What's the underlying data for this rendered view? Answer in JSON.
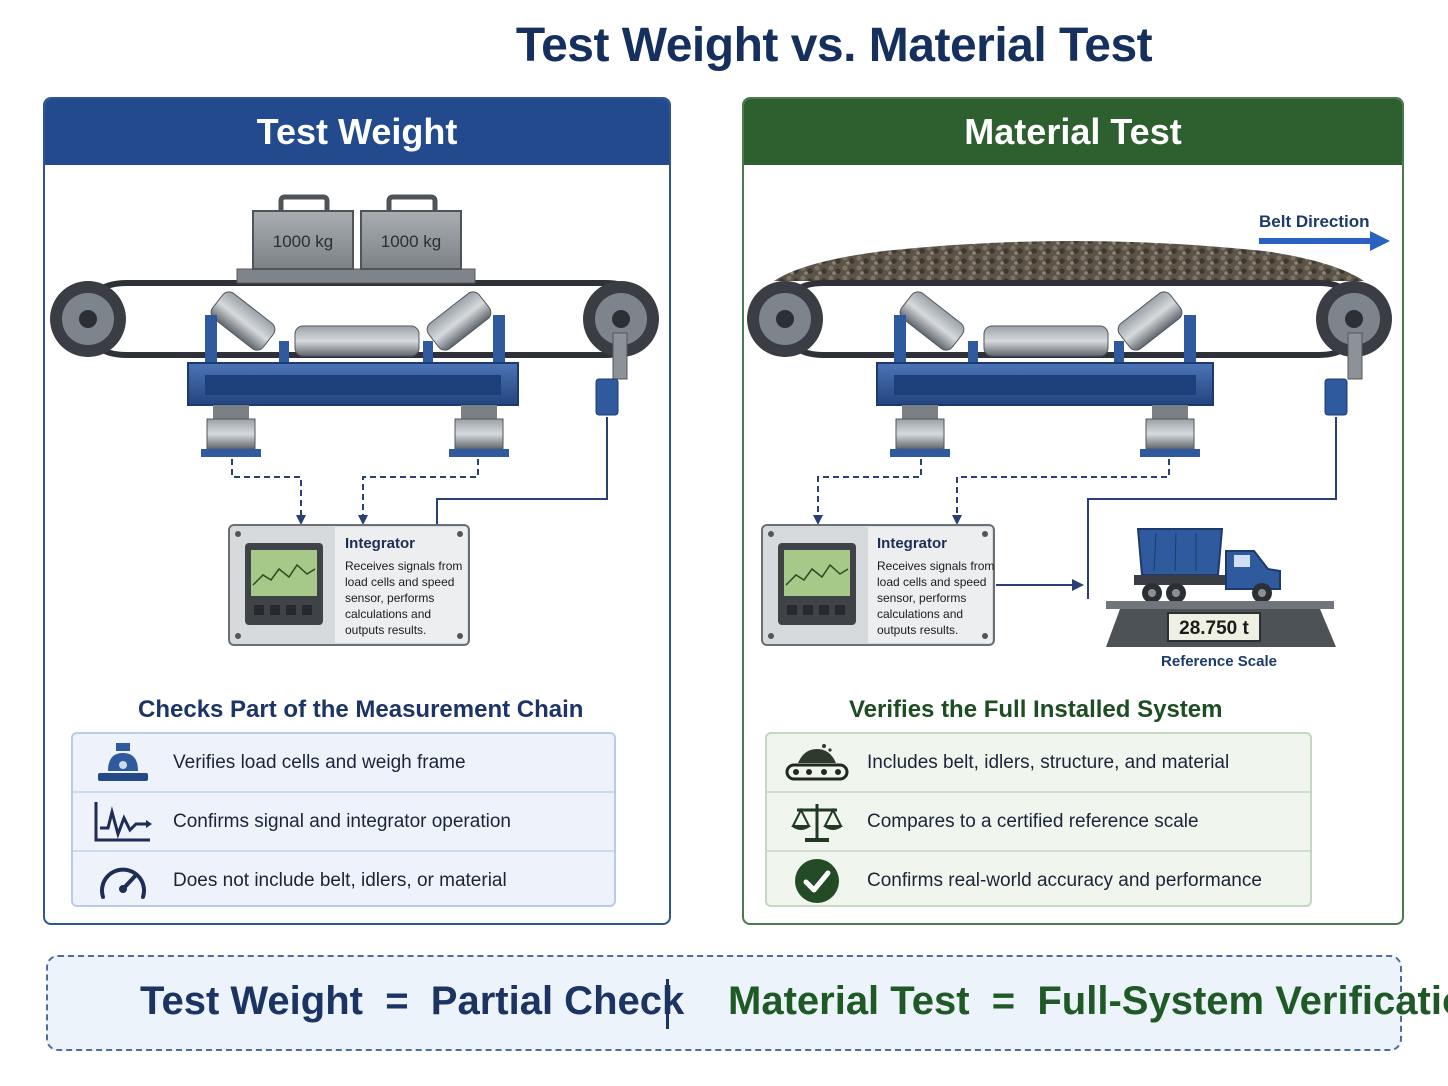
{
  "title": "Test Weight vs. Material Test",
  "left_panel": {
    "header": "Test Weight",
    "weight_labels": [
      "1000 kg",
      "1000 kg"
    ],
    "integrator": {
      "title": "Integrator",
      "lines": [
        "Receives signals from",
        "load cells and speed",
        "sensor, performs",
        "calculations and",
        "outputs results."
      ]
    },
    "section_title": "Checks Part of the Measurement Chain",
    "items": [
      {
        "icon": "load-cell-icon",
        "text": "Verifies load cells and weigh frame"
      },
      {
        "icon": "signal-wave-icon",
        "text": "Confirms signal and integrator operation"
      },
      {
        "icon": "gauge-icon",
        "text": "Does not include belt, idlers, or material"
      }
    ]
  },
  "right_panel": {
    "header": "Material Test",
    "belt_direction": "Belt Direction",
    "integrator": {
      "title": "Integrator",
      "lines": [
        "Receives signals from",
        "load cells and speed",
        "sensor, performs",
        "calculations and",
        "outputs results."
      ]
    },
    "scale_reading": "28.750 t",
    "reference_scale": "Reference Scale",
    "section_title": "Verifies the Full Installed System",
    "items": [
      {
        "icon": "conveyor-material-icon",
        "text": "Includes belt, idlers, structure, and material"
      },
      {
        "icon": "balance-scale-icon",
        "text": "Compares to a certified reference scale"
      },
      {
        "icon": "check-circle-icon",
        "text": "Confirms real-world accuracy and performance"
      }
    ]
  },
  "summary": {
    "left": "Test Weight  =  Partial Check",
    "right": "Material Test  =  Full-System Verification"
  },
  "colors": {
    "blue_header": "#234a8c",
    "green_header": "#2e5f2f",
    "frame_blue": "#2f5a9e"
  }
}
